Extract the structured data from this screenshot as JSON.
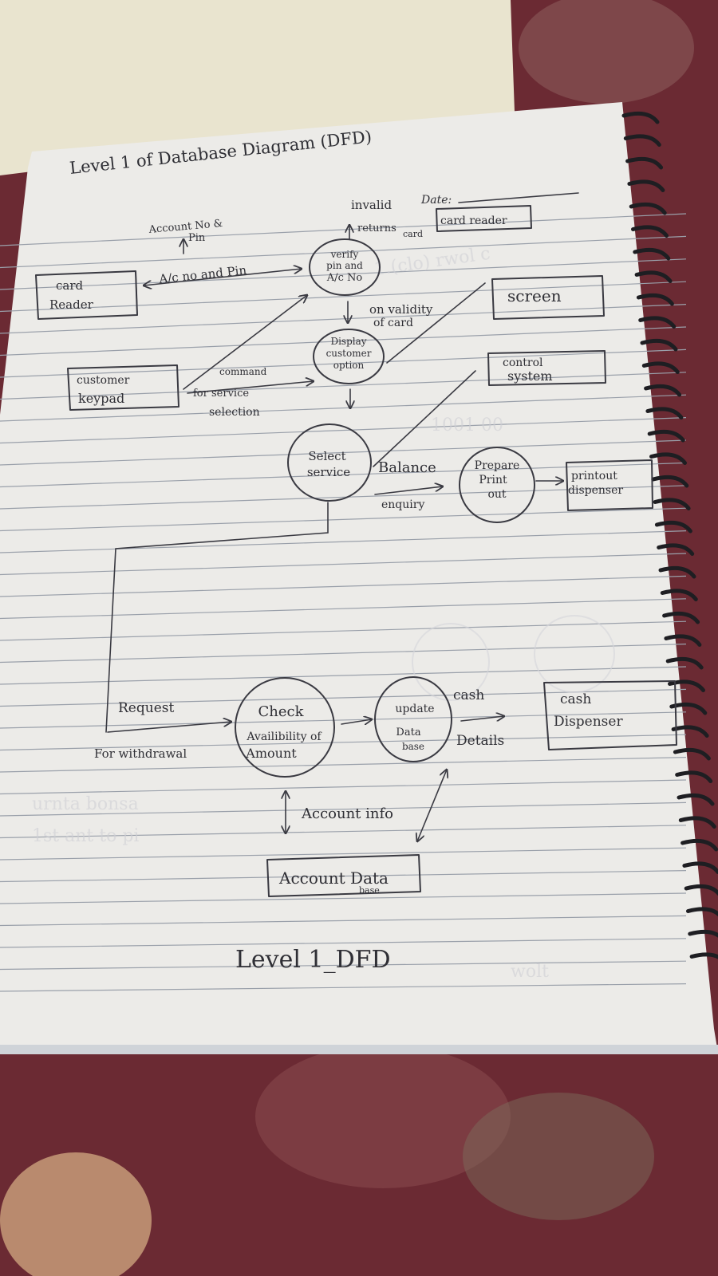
{
  "page": {
    "title": "Level 1 of Database Diagram (DFD)",
    "date_label": "Date:",
    "footer_title": "Level 1_DFD"
  },
  "entities": {
    "card_reader_left": "card Reader",
    "card_reader_top": "card reader",
    "screen": "screen",
    "control_system": "control system",
    "customer_keypad": "customer keypad",
    "printout_dispenser": "printout dispenser",
    "cash_dispenser": "cash Dispenser",
    "account_database": [
      "Account Data",
      "base"
    ]
  },
  "processes": {
    "verify": [
      "verify",
      "pin and",
      "A/c No"
    ],
    "display": [
      "Display",
      "customer",
      "option"
    ],
    "select_service": [
      "Select",
      "service"
    ],
    "prepare_printout": [
      "Prepare",
      "Print",
      "out"
    ],
    "check_availability": [
      "Check",
      "Availibility of",
      "Amount"
    ],
    "update_database": [
      "update",
      "Data",
      "base"
    ]
  },
  "flows": {
    "account_no_pin": [
      "Account No &",
      "Pin"
    ],
    "invalid_returns_card": [
      "invalid",
      "returns",
      "card"
    ],
    "ac_no_and_pin": "A/c no and Pin",
    "on_validity": [
      "on validity",
      "of card"
    ],
    "command_for_service_selection": [
      "command",
      "for service",
      "selection"
    ],
    "balance_enquiry": [
      "Balance",
      "enquiry"
    ],
    "request_for_withdrawal": [
      "Request",
      "For withdrawal"
    ],
    "cash_details": [
      "cash",
      "Details"
    ],
    "account_info": "Account info"
  },
  "colors": {
    "paper": "#ecebe8",
    "ink": "#3a3a42",
    "rule_line": "#9aa0aa",
    "fabric": "#6b2a33",
    "spiral": "#1e1e22"
  }
}
